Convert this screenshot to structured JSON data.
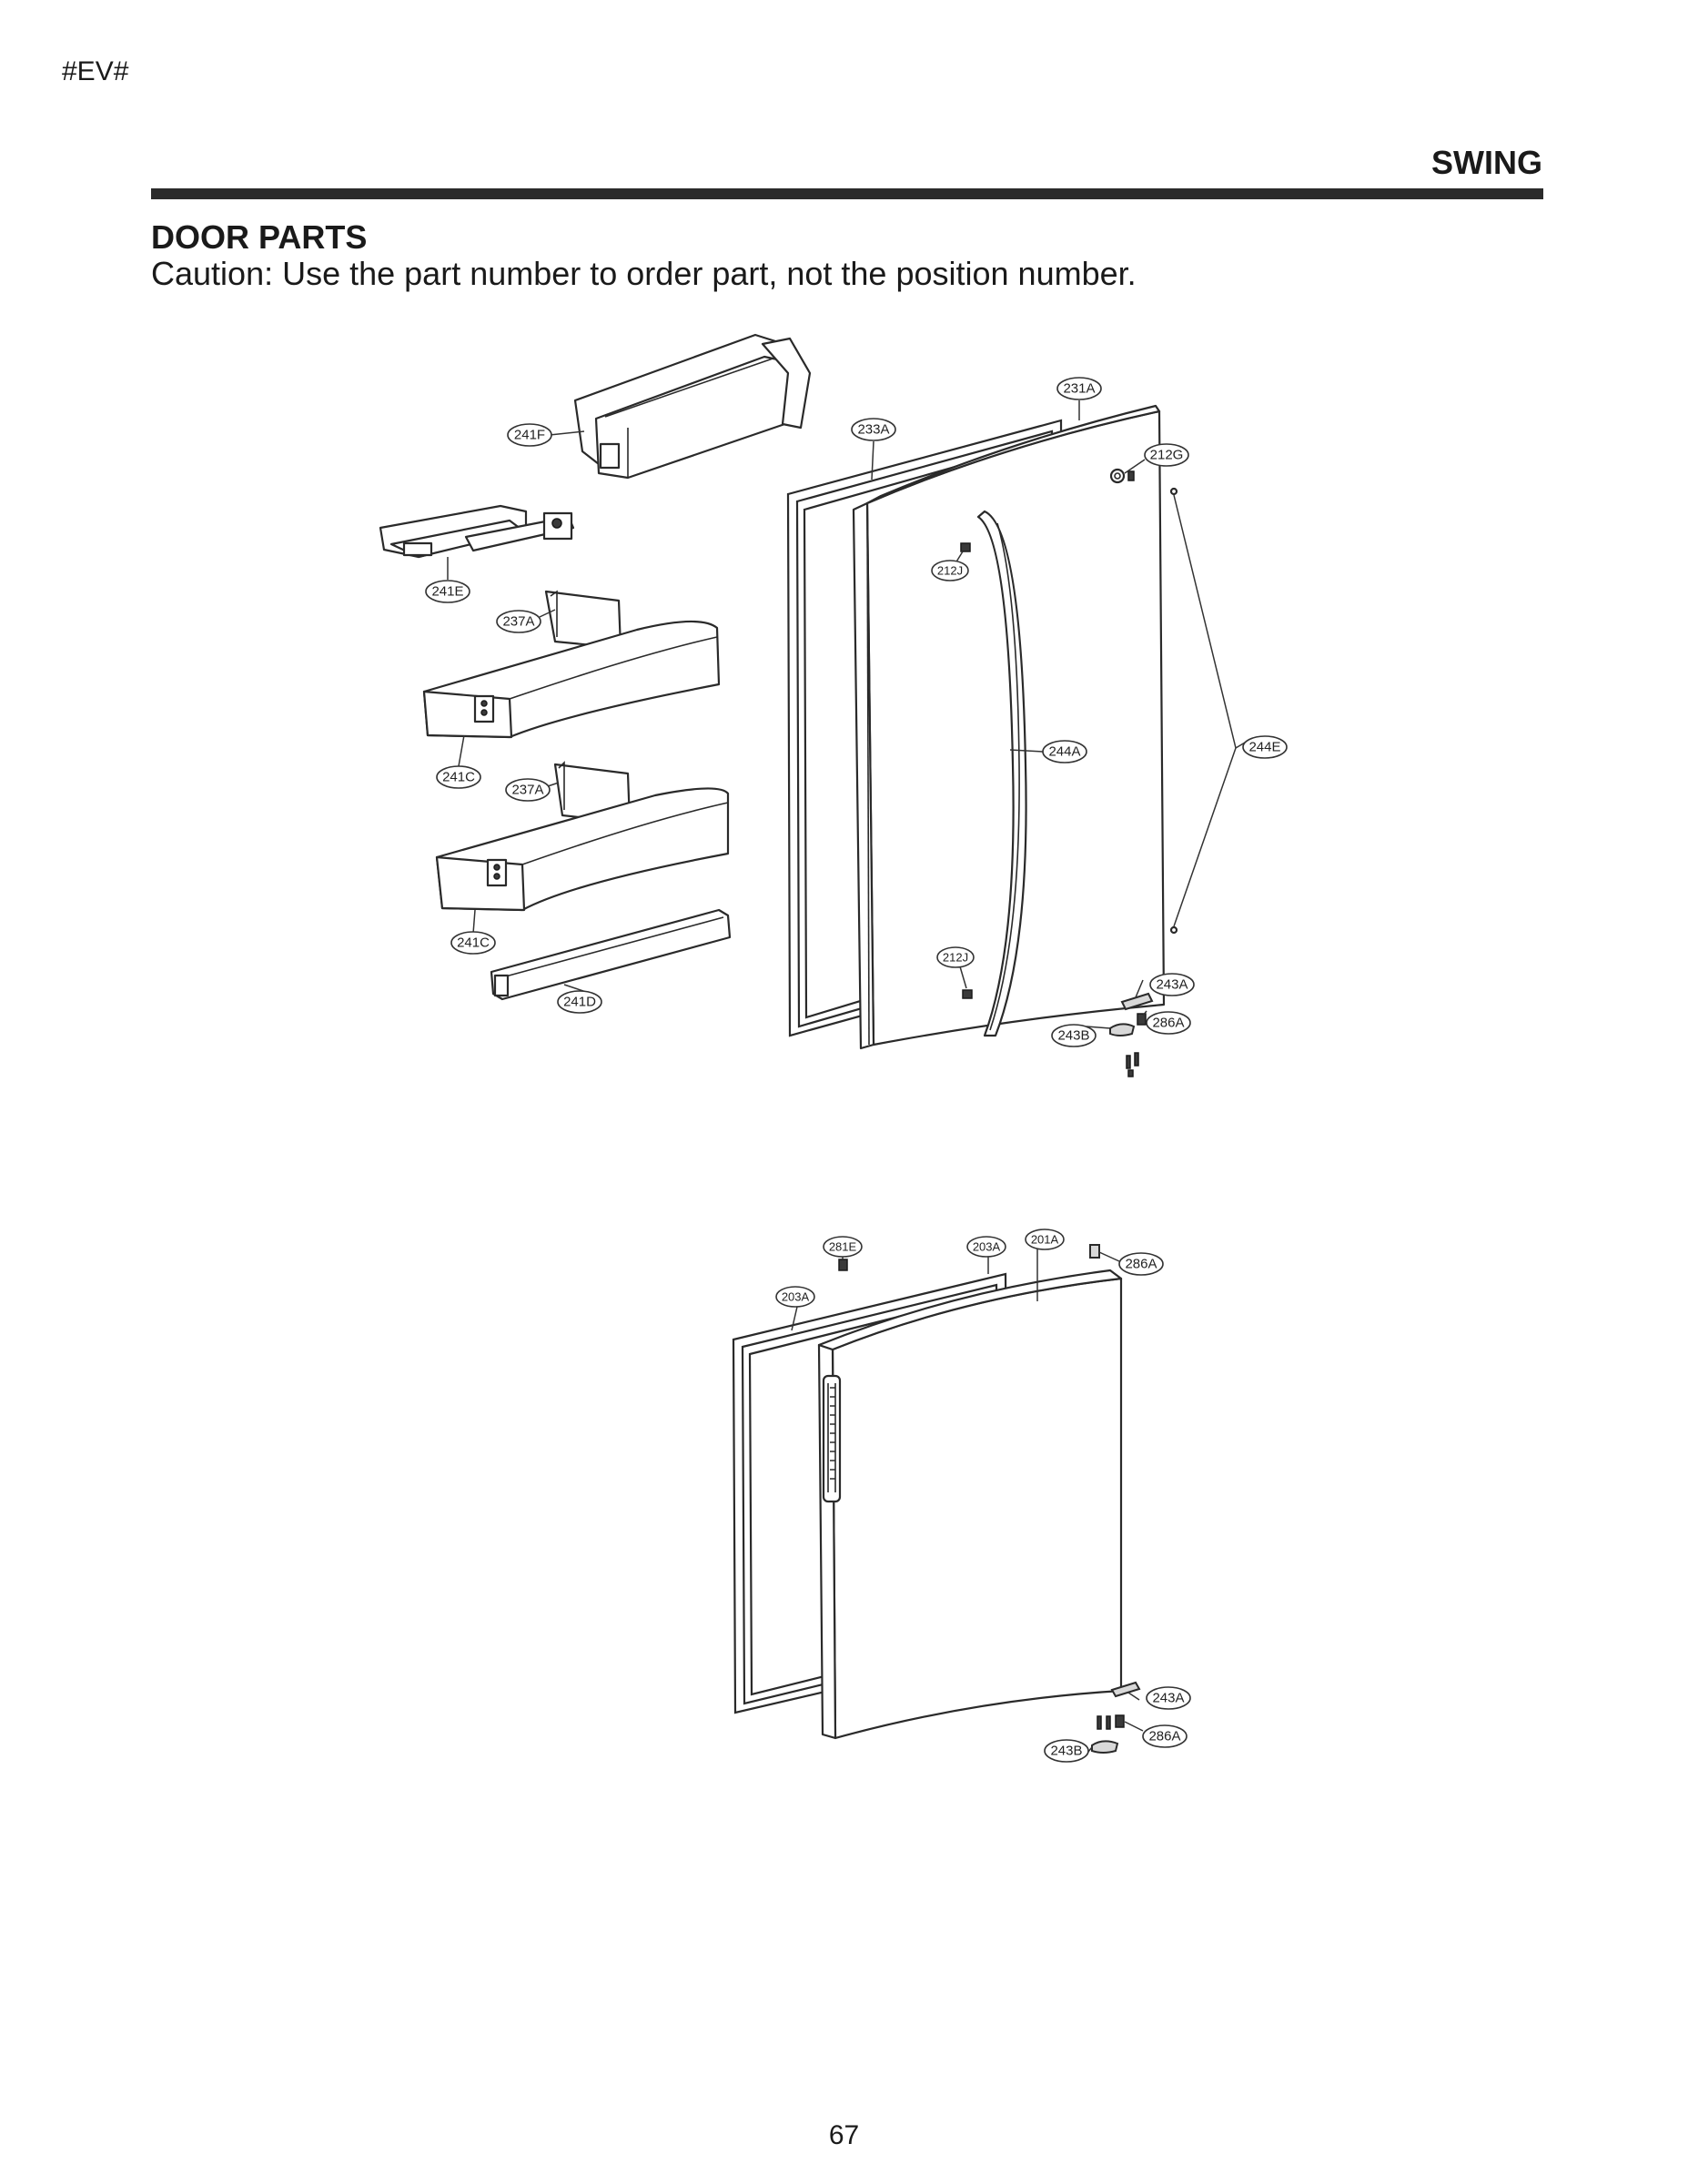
{
  "header": {
    "doc_code": "#EV#",
    "section": "SWING"
  },
  "title": "DOOR PARTS",
  "caution": "Caution: Use the part number to order part, not the position number.",
  "callouts": {
    "c241F": "241F",
    "c233A": "233A",
    "c231A": "231A",
    "c212G": "212G",
    "c241E": "241E",
    "c212J_top": "212J",
    "c237A_1": "237A",
    "c241C_1": "241C",
    "c237A_2": "237A",
    "c244A": "244A",
    "c244E": "244E",
    "c241C_2": "241C",
    "c241D": "241D",
    "c212J_bot": "212J",
    "c243A_top": "243A",
    "c286A_top": "286A",
    "c243B_top": "243B",
    "c281E": "281E",
    "c203A_top": "203A",
    "c201A": "201A",
    "c286A_mid": "286A",
    "c203A_left": "203A",
    "c243A_bot": "243A",
    "c286A_bot": "286A",
    "c243B_bot": "243B"
  },
  "footer": {
    "page_number": "67"
  }
}
